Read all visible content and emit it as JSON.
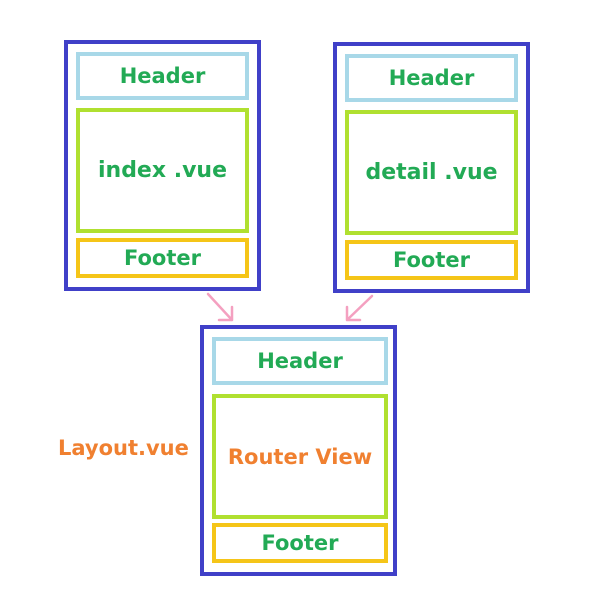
{
  "left_frame": {
    "header": "Header",
    "content": "index .vue",
    "footer": "Footer"
  },
  "right_frame": {
    "header": "Header",
    "content": "detail .vue",
    "footer": "Footer"
  },
  "layout_frame": {
    "header": "Header",
    "content": "Router View",
    "footer": "Footer"
  },
  "layout_label": "Layout.vue",
  "colors": {
    "frame": "#4040c8",
    "header_border": "#a8d8e8",
    "content_border": "#b0e030",
    "footer_border": "#f5c518",
    "green_text": "#22aa55",
    "orange_text": "#f08030",
    "arrow": "#f4a0c0"
  }
}
